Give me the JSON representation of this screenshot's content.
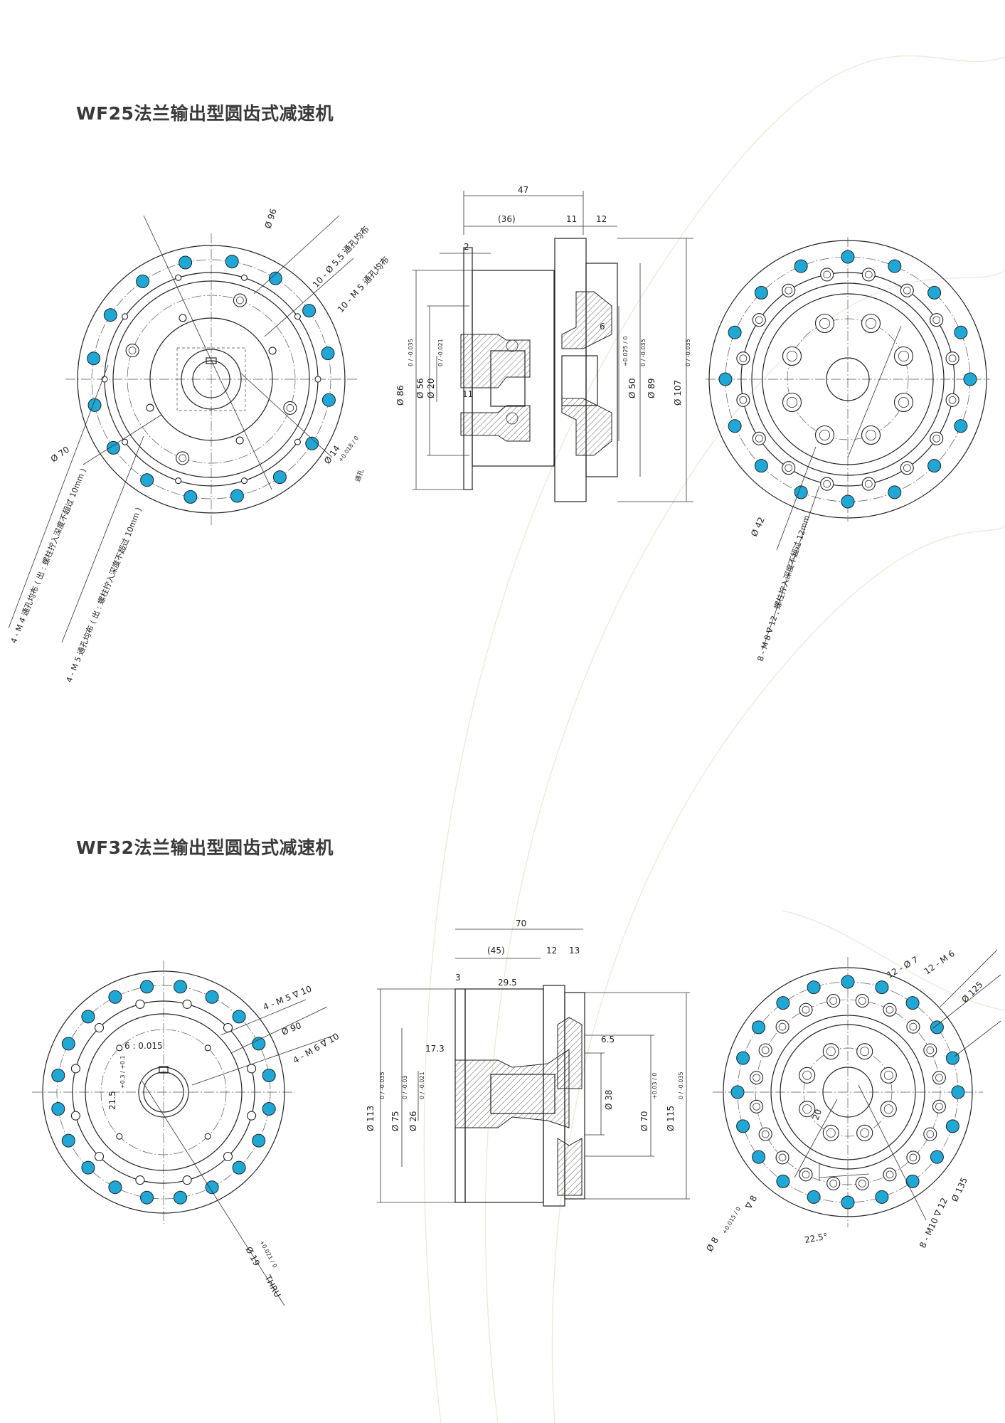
{
  "titles": {
    "wf25": "WF25法兰输出型圆齿式减速机",
    "wf32": "WF32法兰输出型圆齿式减速机"
  },
  "colors": {
    "accent_hole": "#1fa7d6",
    "line": "#222222"
  },
  "wf25": {
    "front": {
      "d96": "Ø 96",
      "d70": "Ø 70",
      "d14": "Ø 14",
      "d14_tol": "+0.018 / 0",
      "d14_note": "通孔",
      "holes_10_d55": "10 - Ø 5.5 通孔均布",
      "holes_10_m5": "10 - M 5 通孔均布",
      "note_m4": "4 - M 4 通孔均布 ( 出 : 螺柱拧入深度不超过 10mm )",
      "note_m5": "4 - M 5 通孔均布 ( 出 : 螺柱拧入深度不超过 10mm )"
    },
    "side": {
      "len_total": "47",
      "len_36": "(36)",
      "len_11": "11",
      "len_12": "12",
      "len_2": "2",
      "len_11b": "11",
      "len_6": "6",
      "d86": "Ø 86",
      "d86_tol": "0 / -0.035",
      "d56": "Ø 56",
      "d20": "Ø 20",
      "d20_tol": "0 / -0.021",
      "d50": "Ø 50",
      "d50_tol": "+0.025 / 0",
      "d89": "Ø 89",
      "d89_tol": "0 / -0.035",
      "d107": "Ø 107",
      "d107_tol": "0 / -0.035"
    },
    "back": {
      "d42": "Ø 42",
      "note_m8": "8 - M 8 ∇ 12 , 螺柱拧入深度不超过 12mm"
    }
  },
  "wf32": {
    "front": {
      "m5": "4 - M 5 ∇ 10",
      "d90": "Ø 90",
      "m6": "4 - M 6 ∇ 10",
      "key_w": "6 : 0.015",
      "key_h": "21.5",
      "key_h_tol": "+0.3 / +0.1",
      "d19": "Ø 19",
      "d19_tol": "+0.021 / 0",
      "thru": "THRU"
    },
    "side": {
      "len_total": "70",
      "len_45": "(45)",
      "len_12": "12",
      "len_13": "13",
      "len_3": "3",
      "len_295": "29.5",
      "len_173": "17.3",
      "len_65": "6.5",
      "d113": "Ø 113",
      "d113_tol": "0 / -0.035",
      "d75": "Ø 75",
      "d75_tol": "0 / -0.03",
      "d26": "Ø 26",
      "d26_tol": "0 / -0.021",
      "d38": "Ø 38",
      "d70": "Ø 70",
      "d70_tol": "+0.03 / 0",
      "d115": "Ø 115",
      "d115_tol": "0 / -0.035"
    },
    "back": {
      "holes_12_d7": "12 - Ø 7",
      "holes_12_m6": "12 - M 6",
      "d125": "Ø 125",
      "d135": "Ø 135",
      "d8": "Ø 8",
      "d8_tol": "+0.015 / 0",
      "d8_depth": "∇ 8",
      "d20": "20",
      "m10": "8 - M10 ∇ 12",
      "angle": "22.5°"
    }
  }
}
